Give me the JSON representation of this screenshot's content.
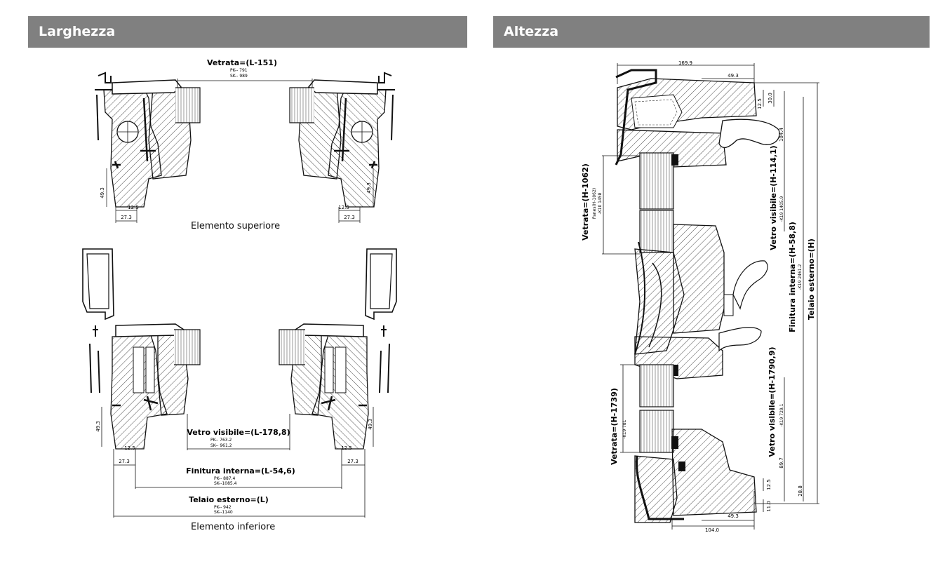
{
  "sections": {
    "left_title": "Larghezza",
    "right_title": "Altezza"
  },
  "captions": {
    "upper": "Elemento superiore",
    "lower": "Elemento inferiore"
  },
  "width_dims": {
    "vetrata": {
      "label": "Vetrata=(L-151)",
      "pk": "PK--  791",
      "sk": "SK--  989"
    },
    "vetro_visibile": {
      "label": "Vetro visibile=(L-178,8)",
      "pk": "PK--  763.2",
      "sk": "SK--  961.2"
    },
    "finitura_interna": {
      "label": "Finitura interna=(L-54,6)",
      "pk": "PK--  887.4",
      "sk": "SK--1085.4"
    },
    "telaio_esterno": {
      "label": "Telaio esterno=(L)",
      "pk": "PK--  942",
      "sk": "SK--1140"
    }
  },
  "width_small": {
    "d493": "49.3",
    "d125": "12.5",
    "d273": "27.3"
  },
  "height_dims": {
    "vetrata_top": {
      "label": "Vetrata=(H-1062)",
      "sub": "Panes(H-1062)",
      "k": "-K10  1458"
    },
    "vetro_visibile_top": {
      "label": "Vetro visibile=(H-114,1)",
      "k": "-K19  1405.9"
    },
    "finitura_interna": {
      "label": "Finitura interna=(H-58,8)",
      "k": "-K19  2461.2"
    },
    "telaio_esterno": {
      "label": "Telaio esterno=(H)"
    },
    "vetrata_bottom": {
      "label": "Vetrata=(H-1739)",
      "k": "-K19  781"
    },
    "vetro_visibile_bottom": {
      "label": "Vetro visibile=(H-1790,9)",
      "k": "-K19  729.1"
    }
  },
  "height_small": {
    "d1699": "169.9",
    "d493": "49.3",
    "d300": "30.0",
    "d125": "12.5",
    "d1044": "104.4",
    "d897": "89.7",
    "d288": "28.8",
    "d125b": "12.5",
    "d110": "11.0",
    "d493b": "49.3",
    "d1040": "104.0"
  }
}
